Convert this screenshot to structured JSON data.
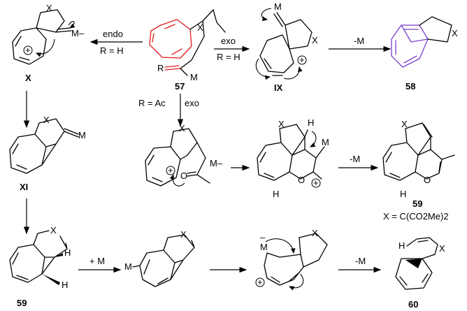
{
  "arrow_labels": {
    "endo": "endo",
    "r_h_1": "R = H",
    "exo_1": "exo",
    "r_h_2": "R = H",
    "minus_m_1": "-M",
    "r_ac": "R = Ac",
    "exo_2": "exo",
    "minus_m_2": "-M",
    "plus_m": "+ M",
    "minus_m_3": "-M"
  },
  "compounds": {
    "c57": "57",
    "c58": "58",
    "cX": "X",
    "cIX": "IX",
    "cXI": "XI",
    "c59a": "59",
    "c59b": "59",
    "c60": "60"
  },
  "atoms": {
    "X": "X",
    "M": "M",
    "R": "R",
    "H": "H",
    "O": "O",
    "minus": "–",
    "plus": "+",
    "M_minus": "M–"
  },
  "footnote": "X = C(CO2Me)2",
  "colors": {
    "highlight_red": "#e11d1d",
    "highlight_purple": "#7a3fd0"
  }
}
